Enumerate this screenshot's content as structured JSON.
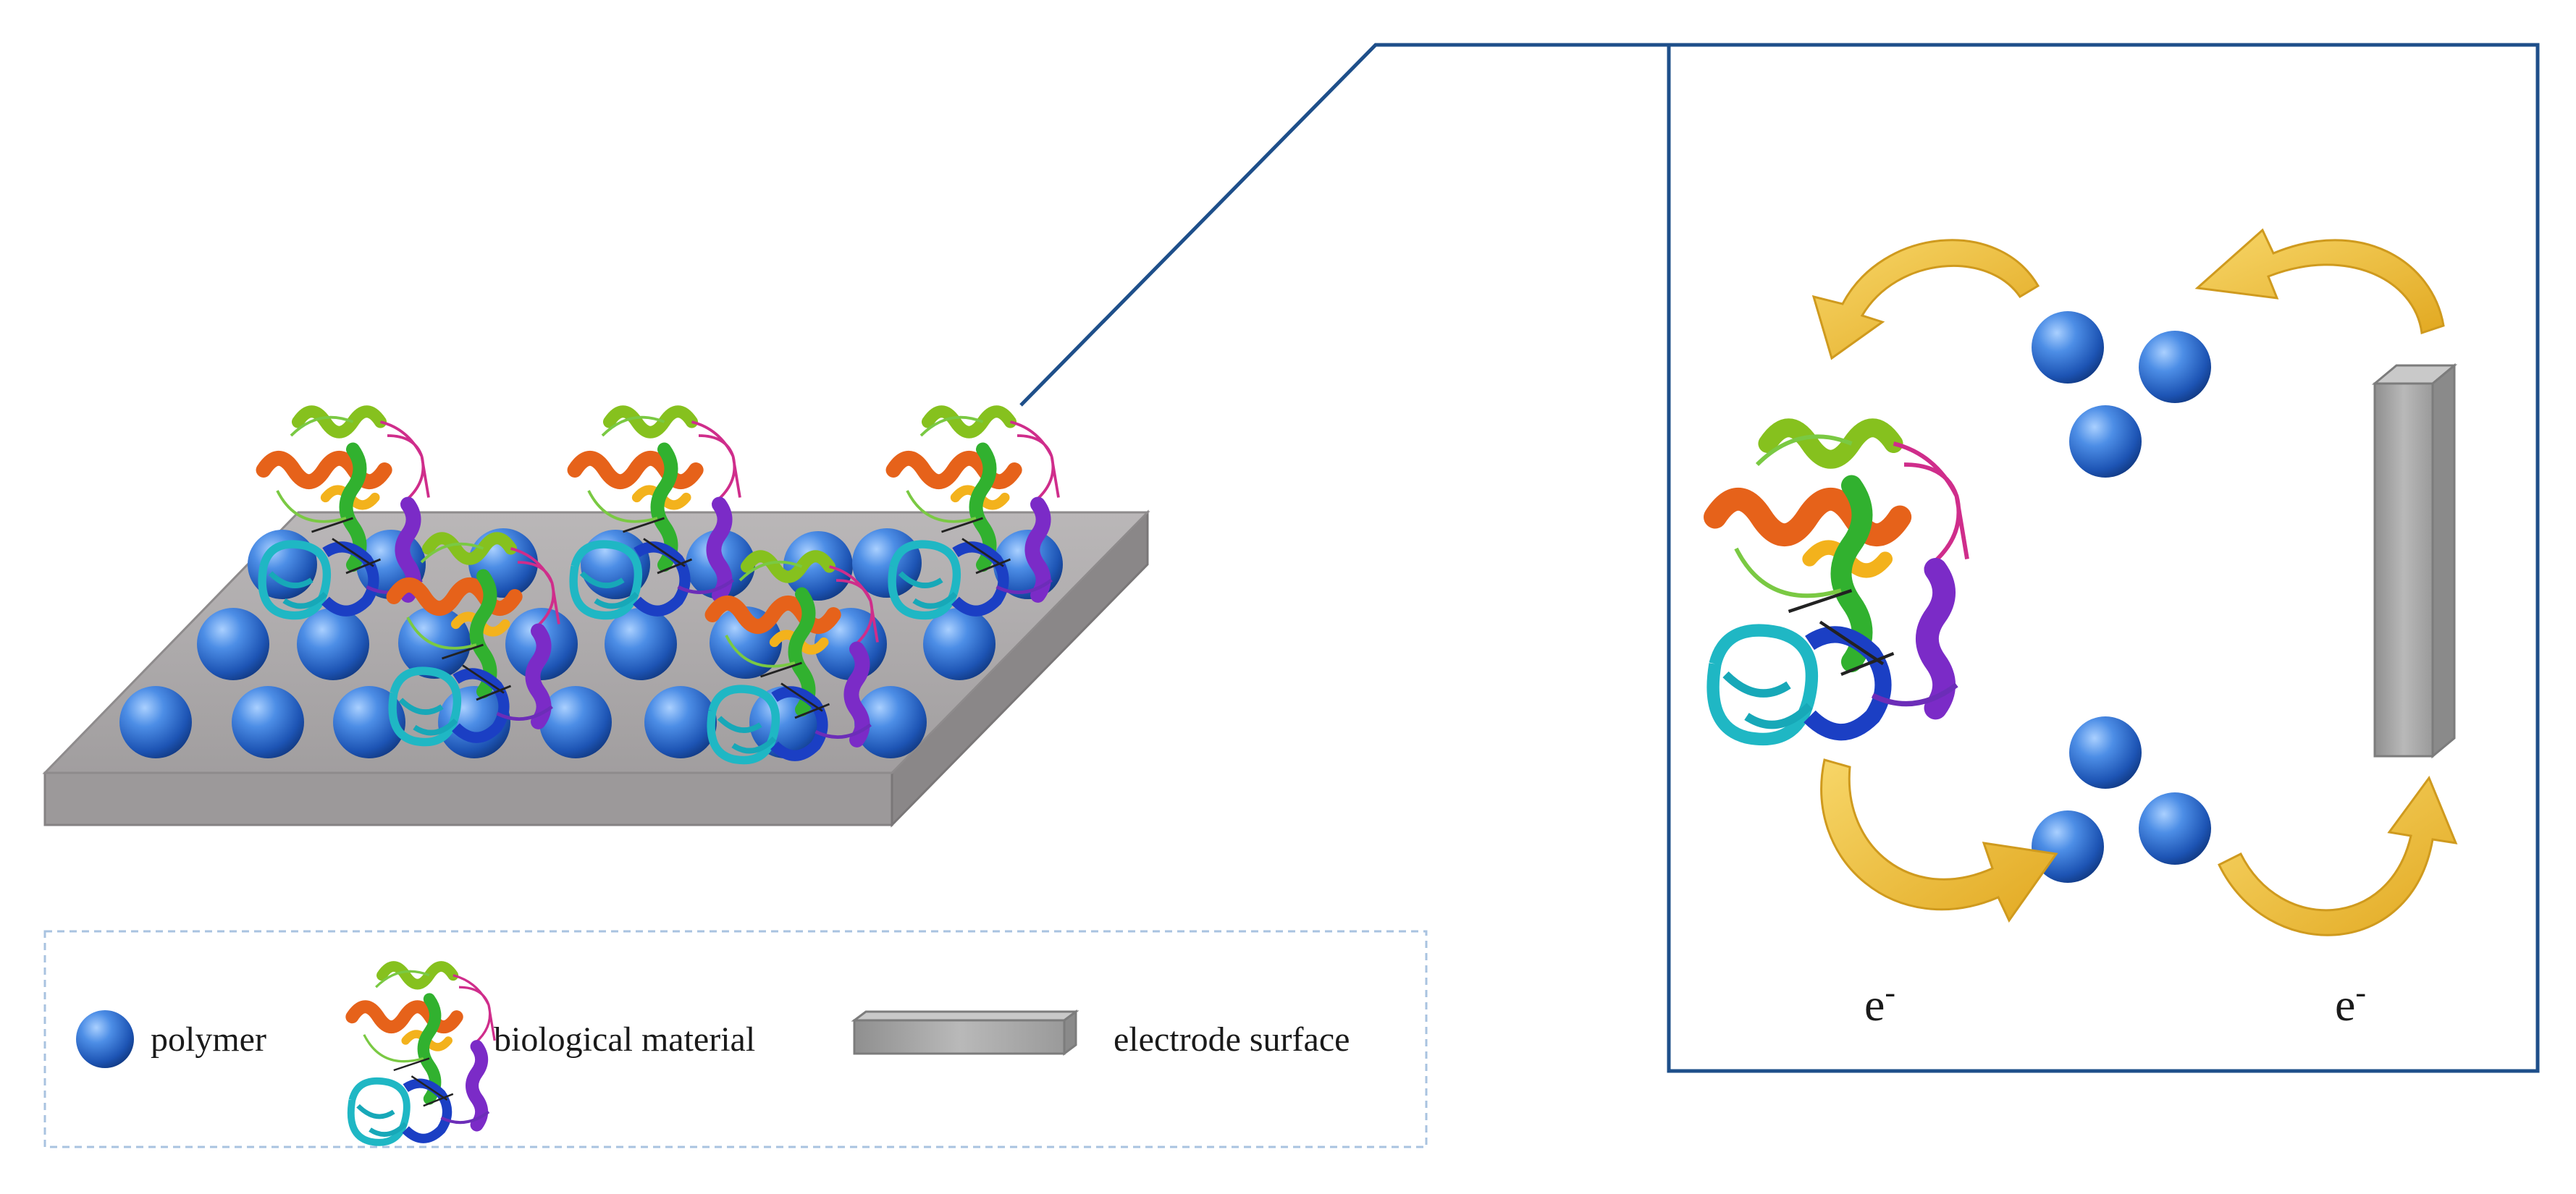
{
  "legend": {
    "polymer_label": "polymer",
    "biological_label": "biological material",
    "electrode_label": "electrode surface"
  },
  "inset": {
    "electron_left": "e",
    "electron_right": "e",
    "electron_sign": "-"
  },
  "colors": {
    "polymer_blue": "#2e6fd0",
    "platform_gray": "#a6a3a4",
    "inset_border": "#1e4f8a",
    "arrow_gold": "#f2c43e",
    "legend_border": "#a9c3e0"
  },
  "icons": {
    "polymer": "sphere-icon",
    "biological": "protein-icon",
    "electrode": "electrode-bar-icon",
    "arrow": "curved-arrow-icon"
  }
}
